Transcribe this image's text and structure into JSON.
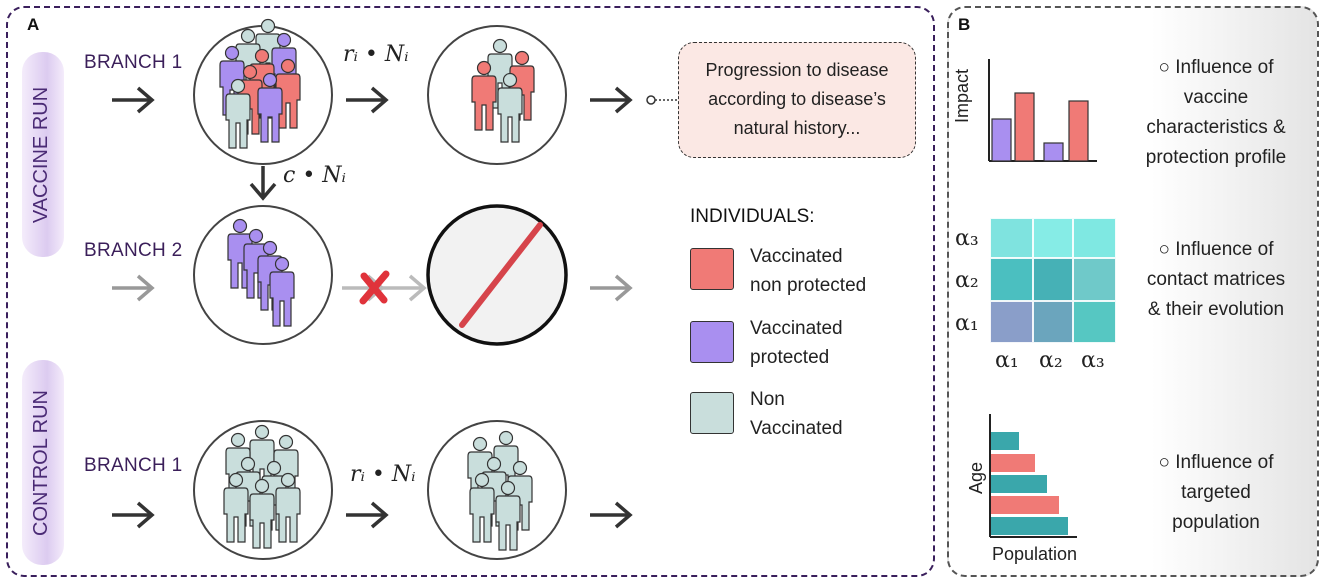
{
  "panel_a": {
    "label": "A",
    "vaccine_run_label": "VACCINE RUN",
    "control_run_label": "CONTROL RUN",
    "branch1_label": "BRANCH 1",
    "branch2_label": "BRANCH 2",
    "control_branch1_label": "BRANCH 1",
    "rate_label_top": "rᵢ • Nᵢ",
    "rate_label_down": "c • Nᵢ",
    "rate_label_bottom": "rᵢ • Nᵢ",
    "progression_lines": [
      "Progression to disease",
      "according to disease’s",
      "natural history..."
    ]
  },
  "legend": {
    "title": "INDIVIDUALS:",
    "items": [
      {
        "label_lines": [
          "Vaccinated",
          "non protected"
        ],
        "color": "#f07a76"
      },
      {
        "label_lines": [
          "Vaccinated",
          "protected"
        ],
        "color": "#a98ff0"
      },
      {
        "label_lines": [
          "Non",
          "Vaccinated"
        ],
        "color": "#c9dedc"
      }
    ]
  },
  "panel_b": {
    "label": "B",
    "item1_lines": [
      "○ Influence of",
      "vaccine",
      "characteristics &",
      "protection profile"
    ],
    "item2_lines": [
      "○ Influence of",
      "contact matrices",
      "& their evolution"
    ],
    "item3_lines": [
      "○ Influence of",
      "targeted",
      "population"
    ],
    "impact_axis_label": "Impact",
    "age_axis_label": "Age",
    "population_axis_label": "Population",
    "matrix_row_labels": [
      "α₃",
      "α₂",
      "α₁"
    ],
    "matrix_col_labels": [
      "α₁",
      "α₂",
      "α₃"
    ]
  },
  "colors": {
    "vaccinated_non_protected": "#f07a76",
    "vaccinated_protected": "#a98ff0",
    "non_vaccinated": "#c9dedc",
    "teal": "#3aa7ab",
    "cross": "#e0333b"
  }
}
